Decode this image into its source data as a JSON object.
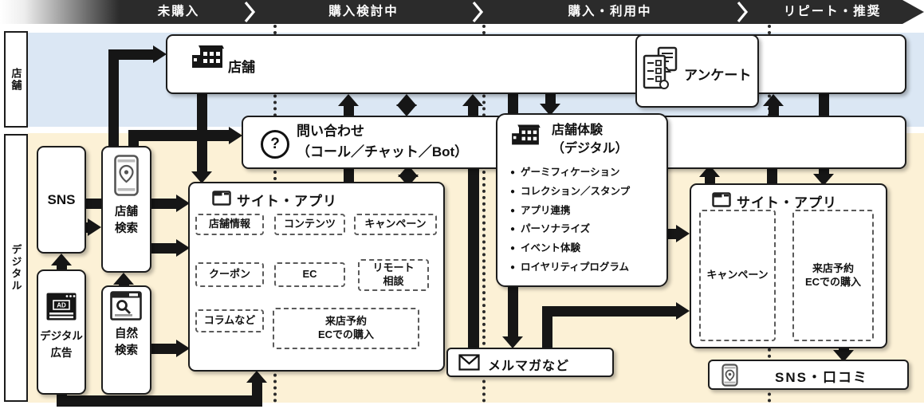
{
  "header": {
    "phases": [
      "未購入",
      "購入検討中",
      "購入・利用中",
      "リピート・推奨"
    ]
  },
  "lanes": {
    "store": "店舗",
    "digital": "デジタル"
  },
  "store_box": {
    "label": "店舗"
  },
  "survey_box": {
    "label": "アンケート"
  },
  "inquiry_box": {
    "lines": [
      "問い合わせ",
      "（コール／チャット／Bot）"
    ]
  },
  "experience_box": {
    "title": [
      "店舗体験",
      "（デジタル）"
    ],
    "bullets": [
      "ゲーミフィケーション",
      "コレクション／スタンプ",
      "アプリ連携",
      "パーソナライズ",
      "イベント体験",
      "ロイヤリティプログラム"
    ]
  },
  "site_app_center": {
    "title": "サイト・アプリ",
    "items": [
      "店舗情報",
      "コンテンツ",
      "キャンペーン",
      "クーポン",
      "EC",
      [
        "リモート",
        "相談"
      ],
      "コラムなど",
      [
        "来店予約",
        "ECでの購入"
      ]
    ]
  },
  "site_app_right": {
    "title": "サイト・アプリ",
    "items": [
      "キャンペーン",
      [
        "来店予約",
        "ECでの購入"
      ]
    ]
  },
  "newsletter_box": {
    "label": "メルマガなど"
  },
  "sns_review_box": {
    "label": "SNS・口コミ"
  },
  "sns_box": {
    "label": "SNS"
  },
  "store_search_box": {
    "label": [
      "店舗",
      "検索"
    ]
  },
  "digital_ad_box": {
    "label": [
      "デジタル",
      "広告"
    ]
  },
  "organic_search_box": {
    "label": [
      "自然",
      "検索"
    ]
  },
  "colors": {
    "header_bar": "#2b2b2b",
    "lane_store_bg": "#dbe7f4",
    "lane_digital_bg": "#fcf1d6",
    "arrow": "#161616",
    "box_border": "#1c1c1c"
  }
}
